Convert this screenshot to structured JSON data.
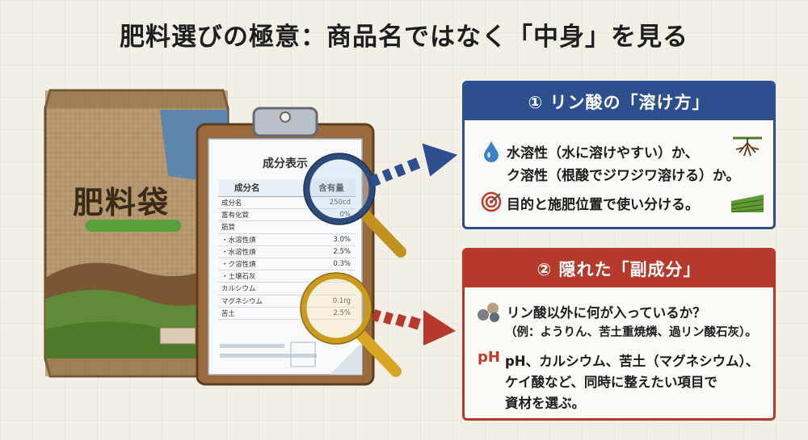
{
  "title": "肥料選びの極意：商品名ではなく「中身」を見る",
  "bag": {
    "label": "肥料袋"
  },
  "sheet": {
    "title": "成分表示",
    "header": {
      "name": "成分名",
      "amount": "含有量"
    },
    "rows": [
      {
        "name": "成分名",
        "amount": "250cd"
      },
      {
        "name": "富有化質",
        "amount": "0%"
      },
      {
        "name": "筋質",
        "amount": ""
      },
      {
        "name": "・水溶性熕",
        "amount": "3.0%"
      },
      {
        "name": "・水溶性熕",
        "amount": "2.5%"
      },
      {
        "name": "・ク溶性熕",
        "amount": "0.3%"
      },
      {
        "name": "・土壌石灰",
        "amount": ""
      },
      {
        "name": "カルシウム",
        "amount": ""
      },
      {
        "name": "マグネシウム",
        "amount": "0.1rg"
      },
      {
        "name": "苦土",
        "amount": "2.5%"
      }
    ]
  },
  "card1": {
    "heading": "① リン酸の「溶け方」",
    "line1": "水溶性（水に溶けやすい）か、",
    "line2": "ク溶性（根酸でジワジワ溶ける）か。",
    "line3": "目的と施肥位置で使い分ける。",
    "icons": [
      "water-drop-icon",
      "roots-icon",
      "target-icon",
      "field-icon"
    ]
  },
  "card2": {
    "heading": "② 隠れた「副成分」",
    "line1": "リン酸以外に何が入っているか？",
    "line2": "（例：ようりん、苦土重焼燐、過リン酸石灰）。",
    "ph_label": "pH",
    "line3": "pH、カルシウム、苦土（マグネシウム）、",
    "line4": "ケイ酸など、同時に整えたい項目で",
    "line5": "資材を選ぶ。",
    "icons": [
      "minerals-icon"
    ]
  },
  "colors": {
    "blue": "#2e4f8e",
    "red": "#b53a2c",
    "background": "#f3efe6"
  }
}
